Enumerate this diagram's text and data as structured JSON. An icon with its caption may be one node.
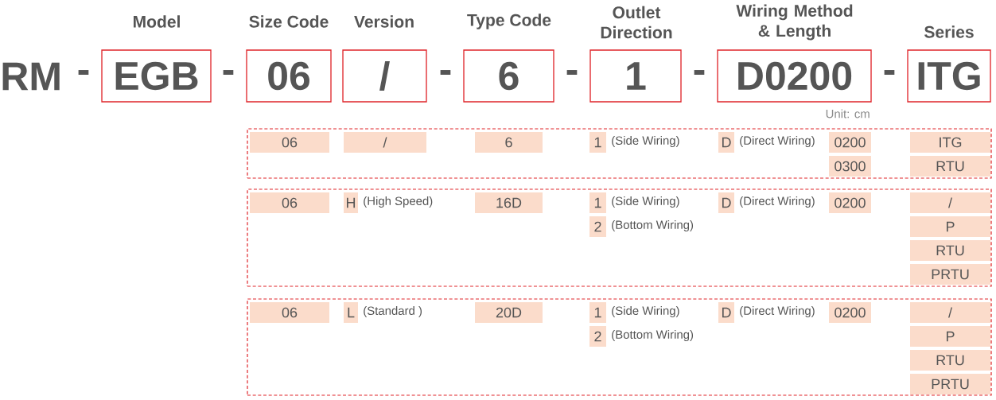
{
  "diagram": {
    "nodes": [
      {
        "text": [
          "EGB"
        ]
      },
      {
        "text": [
          "06"
        ]
      },
      {
        "text": [
          "/"
        ]
      },
      {
        "text": [
          "6"
        ]
      },
      {
        "text": [
          "1"
        ]
      },
      {
        "text": [
          "D0200"
        ]
      },
      {
        "text": [
          "ITG"
        ]
      },
      {
        "text": [],
        "shape": "box"
      },
      {
        "text": [
          "06"
        ],
        "in": 7
      },
      {
        "text": [
          "/"
        ],
        "in": 7
      },
      {
        "text": [
          "6"
        ],
        "in": 7
      },
      {
        "text": [
          "1"
        ],
        "in": 7,
        "beside": [
          "(Side Wiring)"
        ]
      },
      {
        "text": [
          "D"
        ],
        "in": 7,
        "beside": [
          "(Direct Wiring)"
        ]
      },
      {
        "text": [
          "0200"
        ],
        "in": 7
      },
      {
        "text": [
          "0300"
        ],
        "in": 7
      },
      {
        "text": [
          "ITG"
        ],
        "in": 7
      },
      {
        "text": [
          "RTU"
        ],
        "in": 7
      },
      {
        "text": [],
        "shape": "box"
      },
      {
        "text": [
          "06"
        ],
        "in": 17
      },
      {
        "text": [
          "H"
        ],
        "in": 17,
        "beside": [
          "(High Speed)"
        ]
      },
      {
        "text": [
          "16D"
        ],
        "in": 17
      },
      {
        "text": [
          "1"
        ],
        "in": 17,
        "beside": [
          "(Side Wiring)"
        ]
      },
      {
        "text": [
          "2"
        ],
        "in": 17,
        "beside": [
          "(Bottom Wiring)"
        ]
      },
      {
        "text": [
          "D"
        ],
        "in": 17,
        "beside": [
          "(Direct Wiring)"
        ]
      },
      {
        "text": [
          "0200"
        ],
        "in": 17
      },
      {
        "text": [
          "/"
        ],
        "in": 17
      },
      {
        "text": [
          "P"
        ],
        "in": 17
      },
      {
        "text": [
          "RTU"
        ],
        "in": 17
      },
      {
        "text": [
          "PRTU"
        ],
        "in": 17
      },
      {
        "text": [],
        "shape": "box"
      },
      {
        "text": [
          "06"
        ],
        "in": 29
      },
      {
        "text": [
          "L"
        ],
        "in": 29,
        "beside": [
          "(Standard )"
        ]
      },
      {
        "text": [
          "20D"
        ],
        "in": 29
      },
      {
        "text": [
          "1"
        ],
        "in": 29,
        "beside": [
          "(Side Wiring)"
        ]
      },
      {
        "text": [
          "2"
        ],
        "in": 29,
        "beside": [
          "(Bottom Wiring)"
        ]
      },
      {
        "text": [
          "D"
        ],
        "in": 29,
        "beside": [
          "(Direct Wiring)"
        ]
      },
      {
        "text": [
          "0200"
        ],
        "in": 29
      },
      {
        "text": [
          "/"
        ],
        "in": 29
      },
      {
        "text": [
          "P"
        ],
        "in": 29
      },
      {
        "text": [
          "RTU"
        ],
        "in": 29
      },
      {
        "text": [
          "PRTU"
        ],
        "in": 29
      }
    ],
    "labels": [
      "Model",
      "Size Code",
      "Version",
      "Type Code",
      "Outlet Direction",
      "Wiring Method & Length",
      "Series",
      "RM",
      "-",
      "-",
      "-",
      "-",
      "-",
      "-",
      "Unit: cm"
    ]
  }
}
